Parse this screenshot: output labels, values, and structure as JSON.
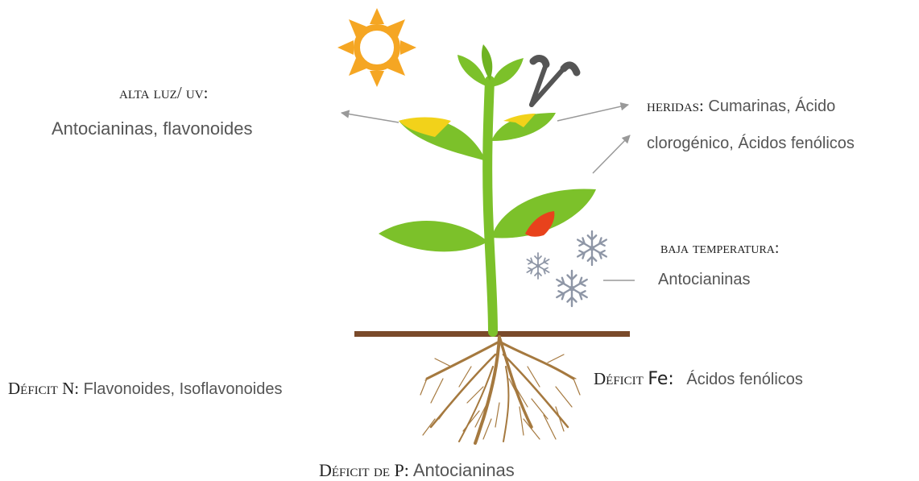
{
  "labels": {
    "alta_luz": {
      "title": "alta luz/ uv:",
      "text": "Antocianinas, flavonoides"
    },
    "heridas": {
      "title": "heridas:",
      "line1": "Cumarinas, Ácido",
      "line2": "clorogénico, Ácidos fenólicos"
    },
    "baja_temp": {
      "title": "baja temperatura:",
      "text": "Antocianinas"
    },
    "deficit_n": {
      "title": "Déficit N:",
      "text": "Flavonoides, Isoflavonoides"
    },
    "deficit_fe": {
      "title": "Déficit",
      "symbol": "Fe",
      "colon": ":",
      "text": "Ácidos fenólicos"
    },
    "deficit_p": {
      "title": "Déficit de P:",
      "text": "Antocianinas"
    }
  },
  "colors": {
    "leaf": "#7cc12a",
    "leaf_dark": "#5a9a1c",
    "stress_yellow": "#f2d21a",
    "stress_red": "#e8421c",
    "soil": "#7a4a2a",
    "root": "#a5793f",
    "sun": "#f5a623",
    "arrow": "#999999",
    "snow": "#8e96a6"
  },
  "icons": [
    "sun-icon",
    "scissors-icon",
    "snowflake-icon",
    "plant-icon",
    "roots-icon"
  ]
}
